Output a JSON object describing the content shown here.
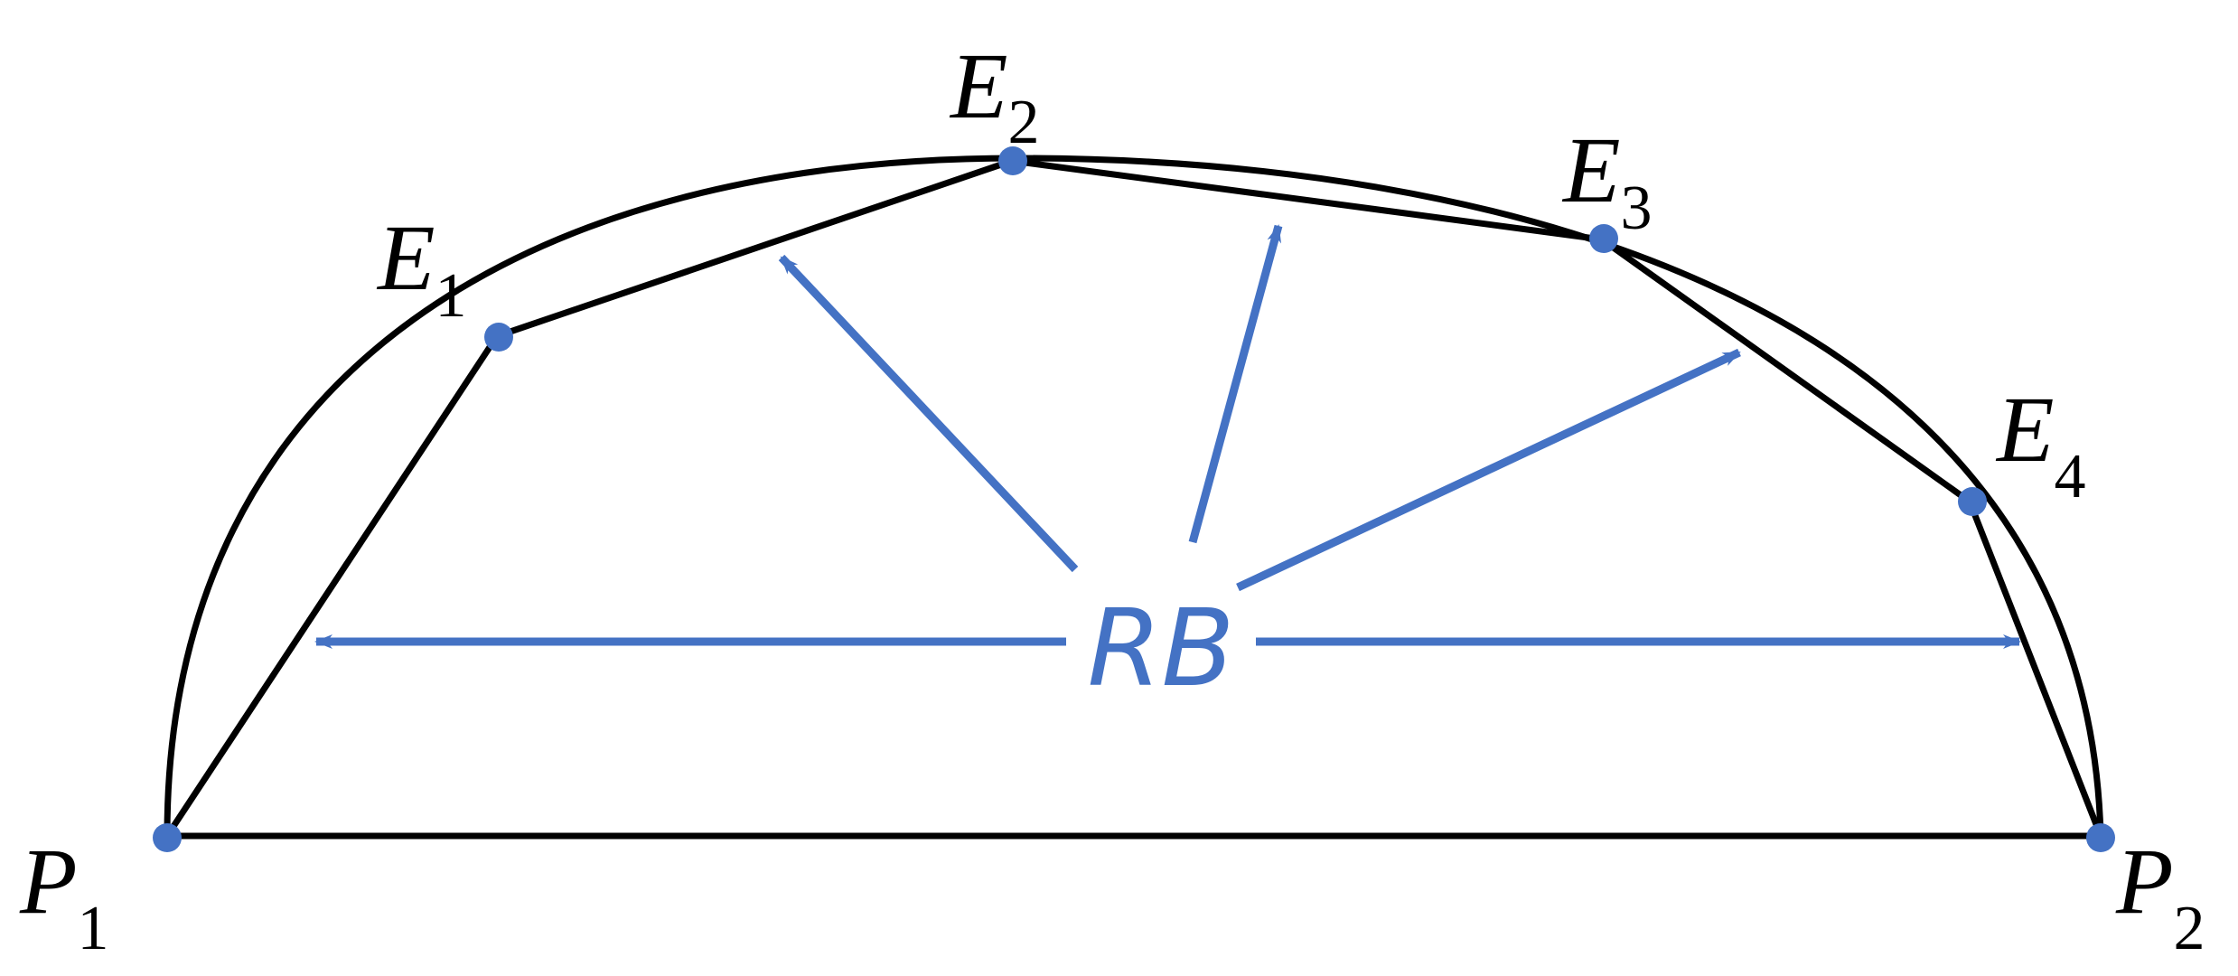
{
  "colors": {
    "outline": "#000000",
    "accent": "#4472C4"
  },
  "center_label": "RB",
  "points": [
    {
      "id": "P1",
      "letter": "P",
      "sub": "1"
    },
    {
      "id": "E1",
      "letter": "E",
      "sub": "1"
    },
    {
      "id": "E2",
      "letter": "E",
      "sub": "2"
    },
    {
      "id": "E3",
      "letter": "E",
      "sub": "3"
    },
    {
      "id": "E4",
      "letter": "E",
      "sub": "4"
    },
    {
      "id": "P2",
      "letter": "P",
      "sub": "2"
    }
  ]
}
